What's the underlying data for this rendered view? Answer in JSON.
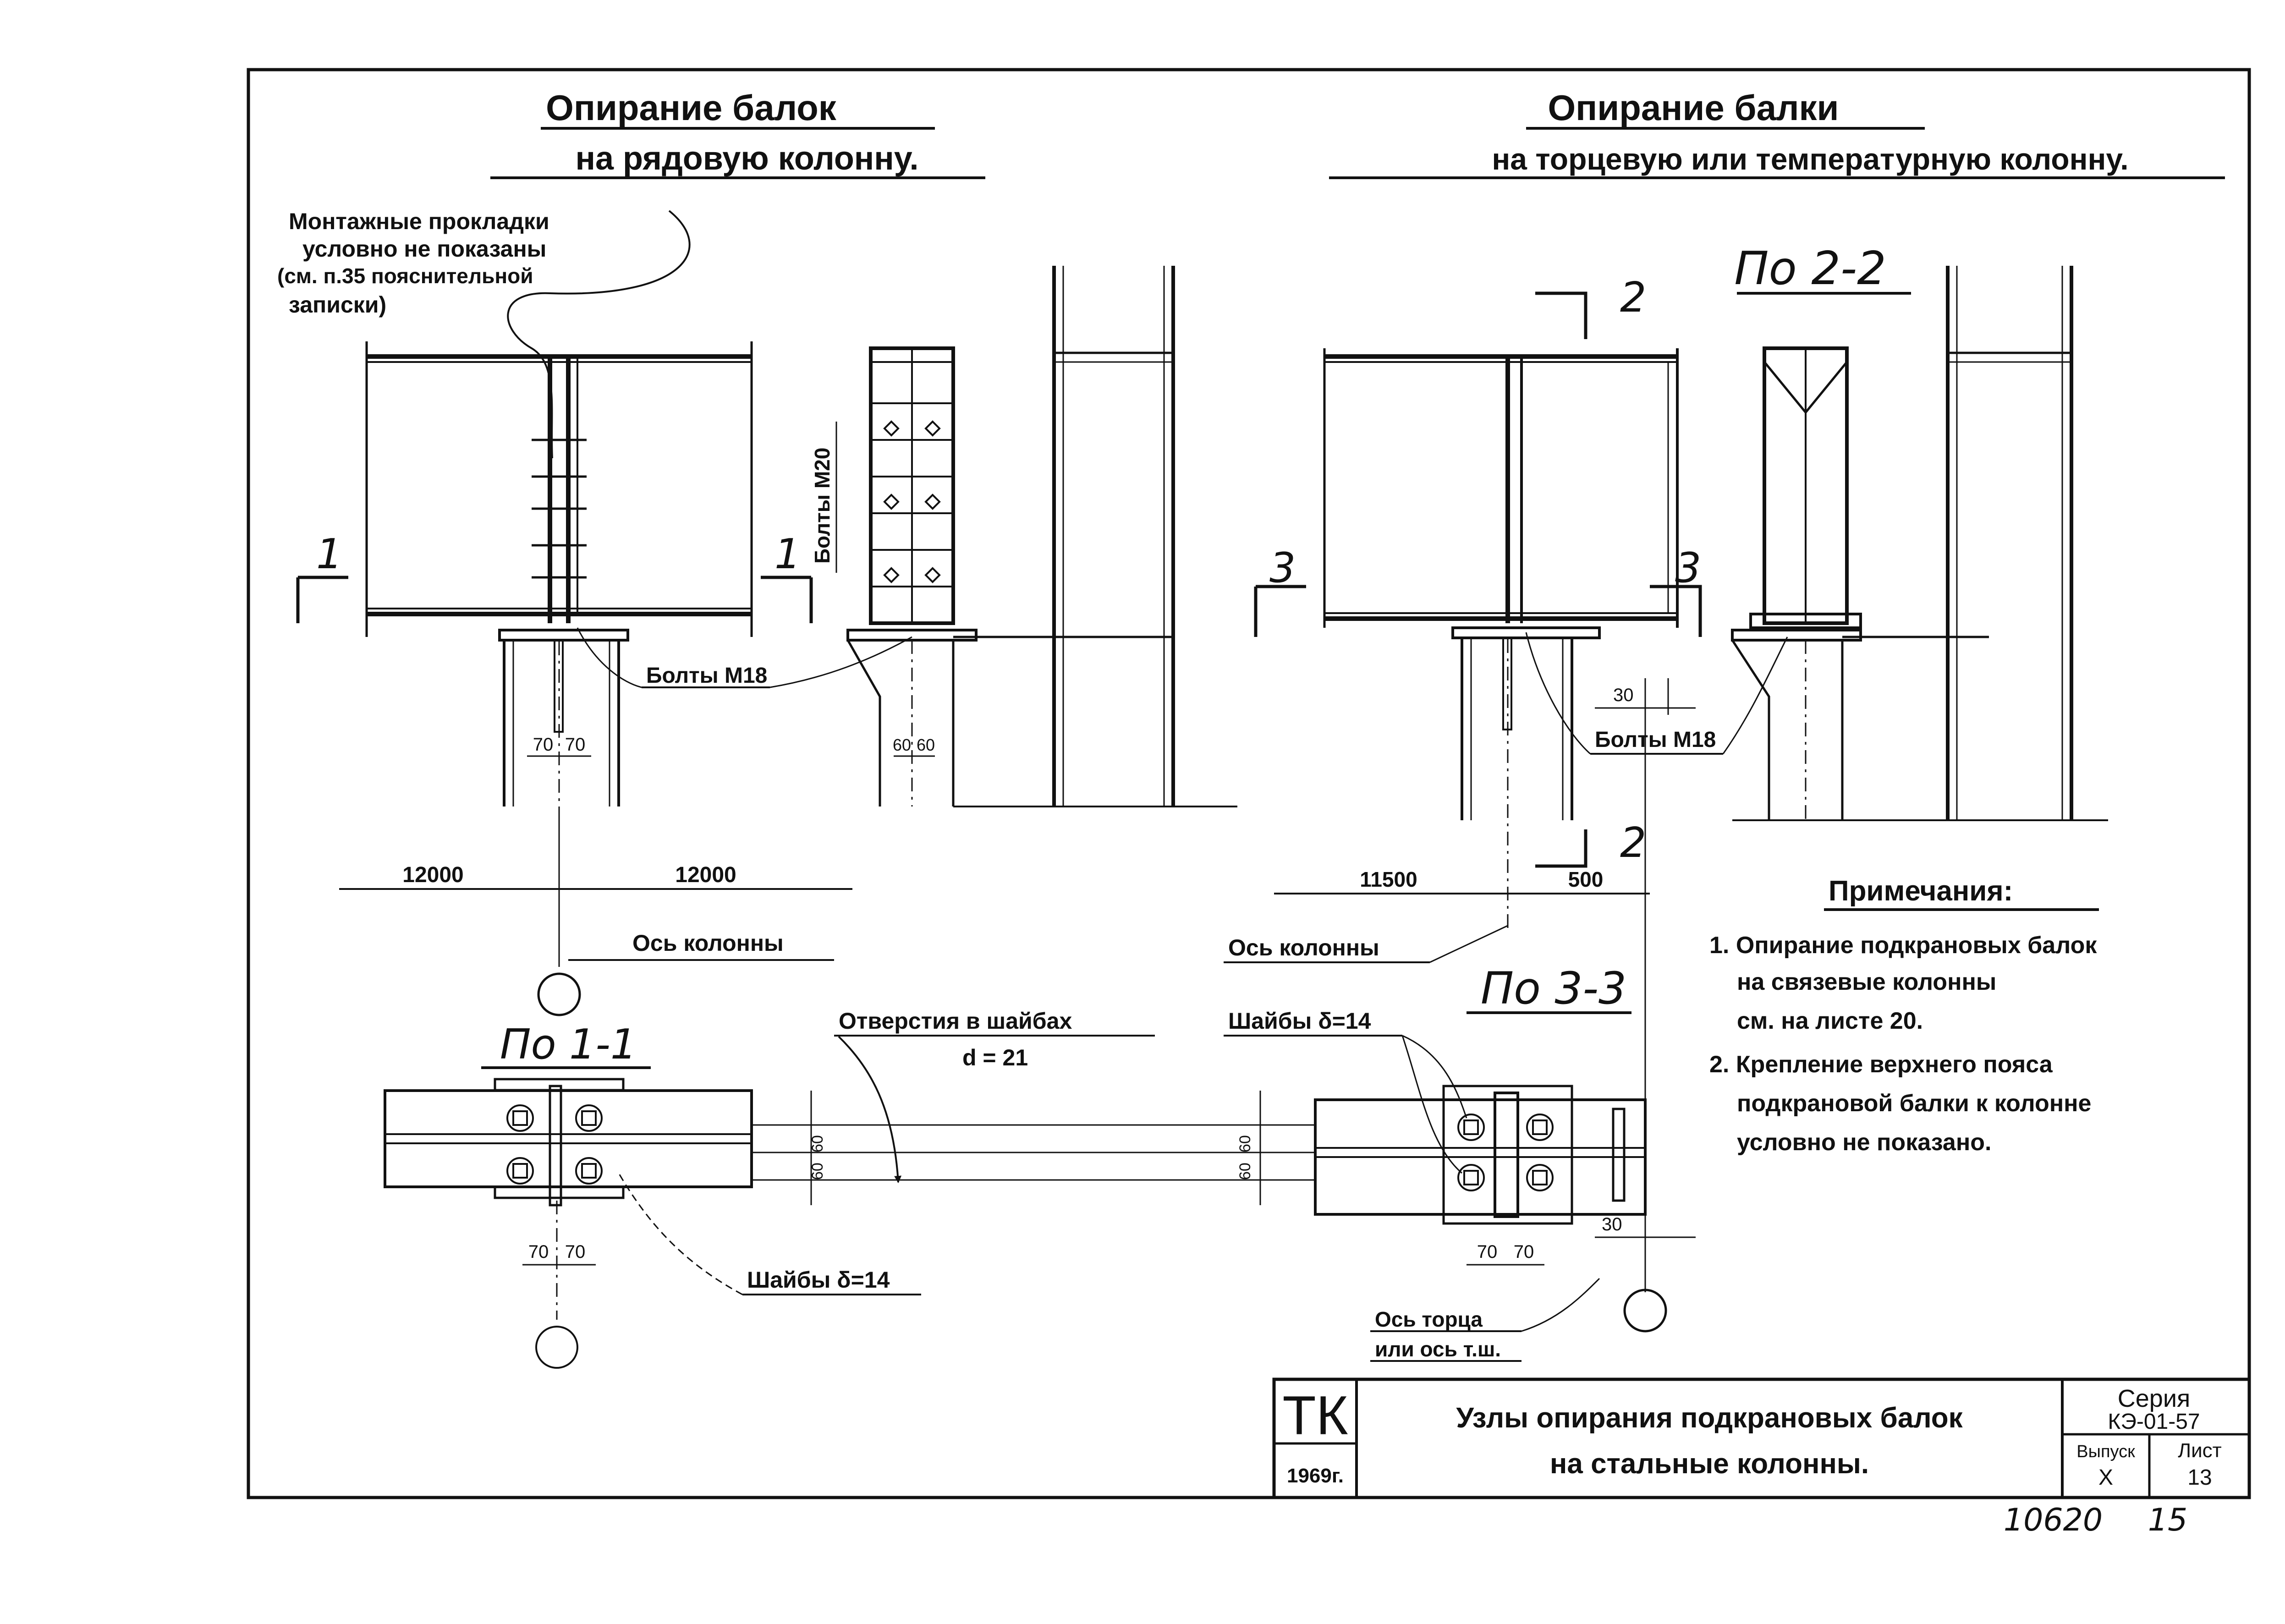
{
  "left_section": {
    "title_line1": "Опирание балок",
    "title_line2": "на рядовую колонну."
  },
  "right_section": {
    "title_line1": "Опирание балки",
    "title_line2": "на торцевую или температурную колонну."
  },
  "callouts": {
    "montage_note_1": "Монтажные прокладки",
    "montage_note_2": "условно не показаны",
    "montage_note_3": "(см. п.35 пояснительной",
    "montage_note_4": "записки)",
    "bolts_m20": "Болты М20",
    "bolts_m18_left": "Болты М18",
    "bolts_m18_right": "Болты М18",
    "washer_holes_1": "Отверстия в шайбах",
    "washer_holes_2": "d = 21",
    "washers_left": "Шайбы δ=14",
    "washers_right": "Шайбы δ=14",
    "column_axis_left": "Ось колонны",
    "column_axis_right": "Ось колонны",
    "end_axis_1": "Ось торца",
    "end_axis_2": "или ось т.ш."
  },
  "section_marks": {
    "cut1": "1",
    "cut2": "2",
    "cut3": "3",
    "view_1_1": "По 1-1",
    "view_2_2": "По 2-2",
    "view_3_3": "По 3-3"
  },
  "dimensions": {
    "span_left_a": "12000",
    "span_left_b": "12000",
    "span_right_a": "11500",
    "span_right_b": "500",
    "d70a": "70",
    "d70b": "70",
    "d60a": "60",
    "d60b": "60",
    "d30": "30"
  },
  "notes": {
    "heading": "Примечания:",
    "n1_1": "1. Опирание подкрановых балок",
    "n1_2": "на связевые колонны",
    "n1_3": "см. на листе 20.",
    "n2_1": "2. Крепление верхнего пояса",
    "n2_2": "подкрановой балки к колонне",
    "n2_3": "условно не показано."
  },
  "title_block": {
    "org": "ТК",
    "year": "1969г.",
    "title_line1": "Узлы опирания подкрановых балок",
    "title_line2": "на стальные колонны.",
    "series_label": "Серия",
    "series_value": "КЭ-01-57",
    "issue_label": "Выпуск",
    "issue_value": "X",
    "sheet_label": "Лист",
    "sheet_value": "13"
  },
  "footer": {
    "inventory_number": "10620",
    "page_number": "15"
  }
}
